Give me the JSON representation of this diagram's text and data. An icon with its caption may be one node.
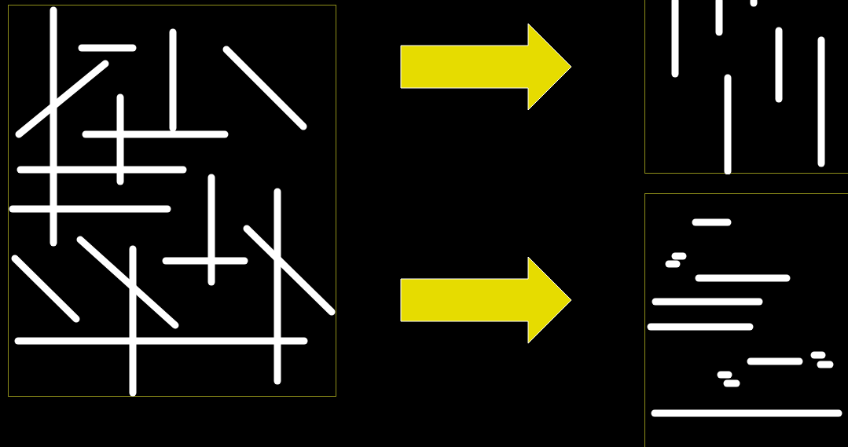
{
  "diagram": {
    "nodes": [
      {
        "text": [],
        "shape": "picture"
      },
      {
        "text": [],
        "shape": "picture"
      },
      {
        "text": [],
        "shape": "picture"
      }
    ],
    "edges": [
      {
        "from": 0,
        "to": 1,
        "arrow": "to",
        "style": "thick"
      },
      {
        "from": 0,
        "to": 2,
        "arrow": "to",
        "style": "thick"
      }
    ]
  }
}
